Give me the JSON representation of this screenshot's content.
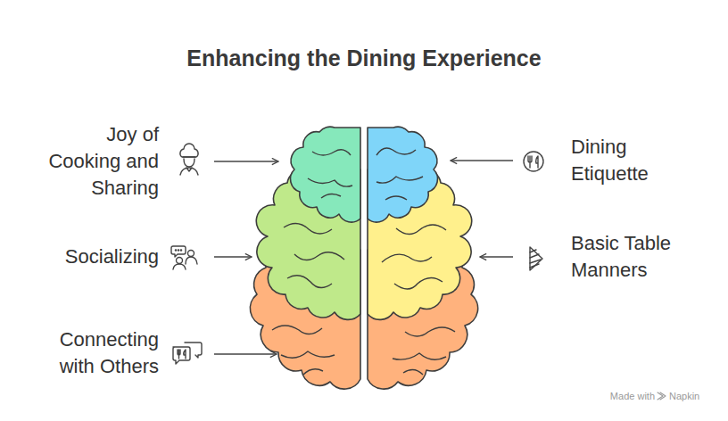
{
  "diagram": {
    "title": "Enhancing the Dining Experience",
    "labels": [
      "Joy of Cooking and Sharing",
      "Socializing",
      "Connecting with Others",
      "Dining Etiquette",
      "Basic Table Manners",
      "Made with",
      "Napkin"
    ]
  }
}
